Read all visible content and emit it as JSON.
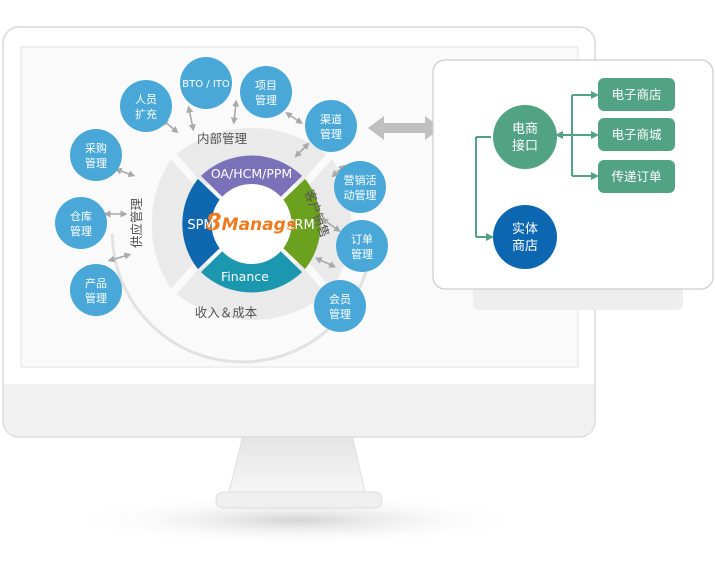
{
  "center": {
    "brand_digit": "8",
    "brand_word": "Manage",
    "segments": {
      "top": "OA/HCM/PPM",
      "left": "SPM",
      "right": "CRM",
      "bottom": "Finance"
    }
  },
  "ring": {
    "top": "内部管理",
    "left": "供应管理",
    "right": "客户销售",
    "bottom": "收入＆成本"
  },
  "modules": {
    "bto_ito": [
      "BTO / ITO"
    ],
    "project_mgmt": [
      "项目",
      "管理"
    ],
    "staff_expansion": [
      "人员",
      "扩充"
    ],
    "purchase_mgmt": [
      "采购",
      "管理"
    ],
    "warehouse_mgmt": [
      "仓库",
      "管理"
    ],
    "product_mgmt": [
      "产品",
      "管理"
    ],
    "channel_mgmt": [
      "渠道",
      "管理"
    ],
    "marketing_mgmt": [
      "营销活",
      "动管理"
    ],
    "order_mgmt": [
      "订单",
      "管理"
    ],
    "member_mgmt": [
      "会员",
      "管理"
    ]
  },
  "right_panel": {
    "ecommerce_interface": [
      "电商",
      "接口"
    ],
    "physical_store": [
      "实体",
      "商店"
    ],
    "channels": [
      "电子商店",
      "电子商城",
      "传递订单"
    ]
  },
  "colors": {
    "teal": "#4aa8d8",
    "purple": "#7b71b8",
    "green": "#6ca11f",
    "blue": "#0f67b0",
    "cyan": "#1b97b0",
    "store_green": "#52a383",
    "store_blue": "#0d67b0",
    "brand_orange": "#f07b1f"
  }
}
